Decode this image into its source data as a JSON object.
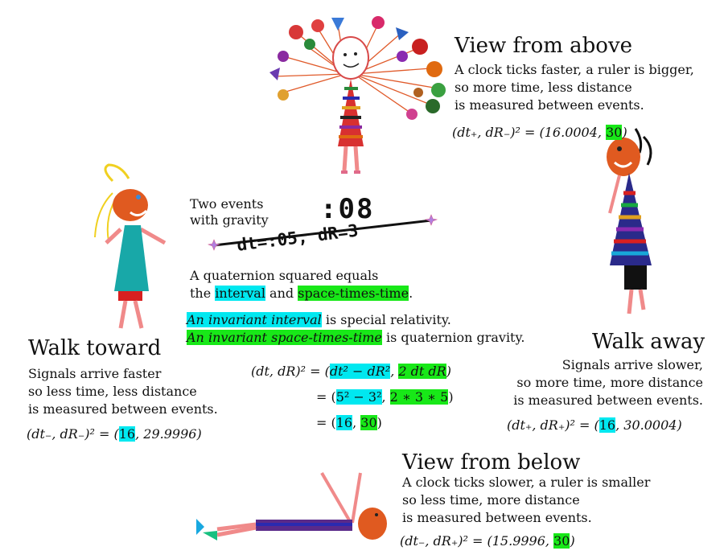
{
  "view_above": {
    "title": "View from above",
    "lines": [
      "A clock ticks faster, a ruler is bigger,",
      "so more time, less distance",
      "is measured between events."
    ],
    "formula_left": "(dt₊, dR₋)² = (16.0004, ",
    "formula_hl": "30",
    "formula_right": ")"
  },
  "walk_toward": {
    "title": "Walk toward",
    "lines": [
      "Signals arrive faster",
      "so less time, less distance",
      "is measured between events."
    ],
    "formula_left": "(dt₋, dR₋)² = (",
    "formula_hl": "16",
    "formula_right": ", 29.9996)"
  },
  "walk_away": {
    "title": "Walk away",
    "lines": [
      "Signals arrive slower,",
      "so more time, more distance",
      "is measured between events."
    ],
    "formula_left": "(dt₊, dR₊)² = (",
    "formula_hl": "16",
    "formula_right": ", 30.0004)"
  },
  "view_below": {
    "title": "View from below",
    "lines": [
      "A clock ticks slower, a ruler is smaller",
      "so less time, more distance",
      "is measured between events."
    ],
    "formula_left": "(dt₋, dR₊)² = (15.9996, ",
    "formula_hl": "30",
    "formula_right": ")"
  },
  "center": {
    "events_line1": "Two events",
    "events_line2": "with gravity",
    "big_time": ":08",
    "small_label": "dt=:05, dR=3",
    "q_line1": "A quaternion squared equals",
    "q_line2_pre": "the ",
    "q_line2_hl1": "interval",
    "q_line2_mid": " and ",
    "q_line2_hl2": "space-times-time",
    "q_line2_post": ".",
    "inv1_hl": "An invariant interval",
    "inv1_rest": " is special relativity.",
    "inv2_hl": "An invariant space-times-time",
    "inv2_rest": " is quaternion gravity."
  },
  "equations": {
    "lhs": "(dt, dR)² = (",
    "row1_cyan": "dt² − dR²",
    "row1_sep": ", ",
    "row1_green": "2 dt dR",
    "row1_close": ")",
    "row2_prefix": "= (",
    "row2_cyan": "5² − 3²",
    "row2_sep": ", ",
    "row2_green": "2 ∗ 3 ∗ 5",
    "row2_close": ")",
    "row3_prefix": "= (",
    "row3_cyan": "16",
    "row3_sep": ", ",
    "row3_green": "30",
    "row3_close": ")"
  },
  "colors": {
    "cyan_highlight": "#00e8f0",
    "green_highlight": "#18e818"
  }
}
